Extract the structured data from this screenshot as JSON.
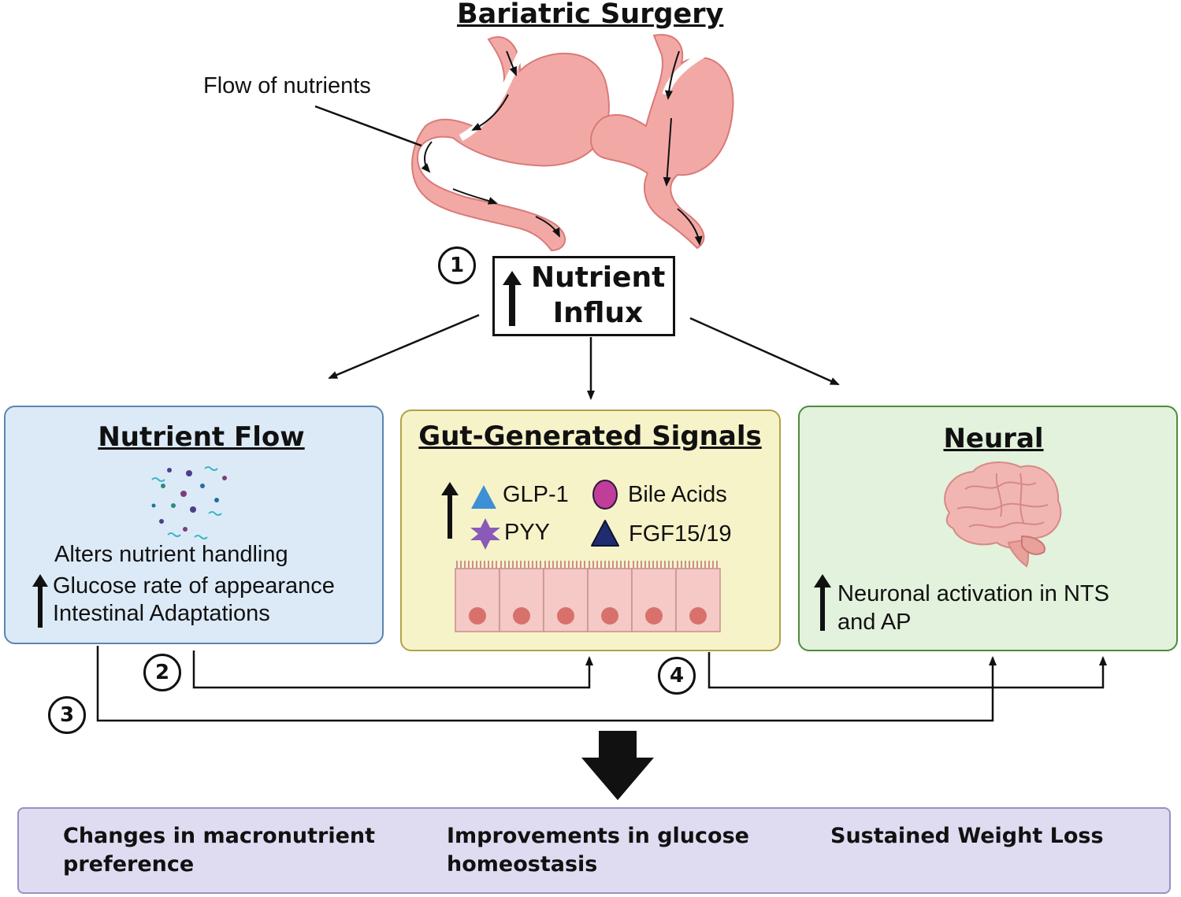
{
  "header": {
    "title": "Bariatric Surgery",
    "flow_label": "Flow of nutrients"
  },
  "influx": {
    "number": "1",
    "line1": "Nutrient",
    "line2": "Influx"
  },
  "nutrient_flow": {
    "title": "Nutrient Flow",
    "line1": "Alters nutrient handling",
    "line2": "Glucose rate of appearance",
    "line3": "Intestinal Adaptations",
    "color_bg": "#dceaf7",
    "color_border": "#5b86b0"
  },
  "gut_signals": {
    "title": "Gut-Generated Signals",
    "glp1": "GLP-1",
    "pyy": "PYY",
    "bile": "Bile Acids",
    "fgf": "FGF15/19",
    "color_bg": "#f7f3c9",
    "color_border": "#b0a24a"
  },
  "neural": {
    "title": "Neural",
    "line1": "Neuronal activation in NTS",
    "line2": "and AP",
    "color_bg": "#e2f2dc",
    "color_border": "#4e8a3e"
  },
  "steps": {
    "two": "2",
    "three": "3",
    "four": "4"
  },
  "outcomes": {
    "a1": "Changes in macronutrient",
    "a2": "preference",
    "b1": "Improvements in glucose",
    "b2": "homeostasis",
    "c1": "Sustained Weight Loss",
    "color_bg": "#dfdcf2",
    "color_border": "#9b8fc6"
  },
  "icons": {
    "stomach_1": "sleeve-gastrectomy-stomach-icon",
    "stomach_2": "gastric-bypass-stomach-icon",
    "brain": "brain-icon",
    "nutrients": "nutrient-particles-icon",
    "epithelium": "intestinal-epithelium-icon",
    "glp1": "blue-triangle-icon",
    "pyy": "purple-star-icon",
    "bile": "magenta-oval-icon",
    "fgf": "navy-triangle-icon"
  }
}
